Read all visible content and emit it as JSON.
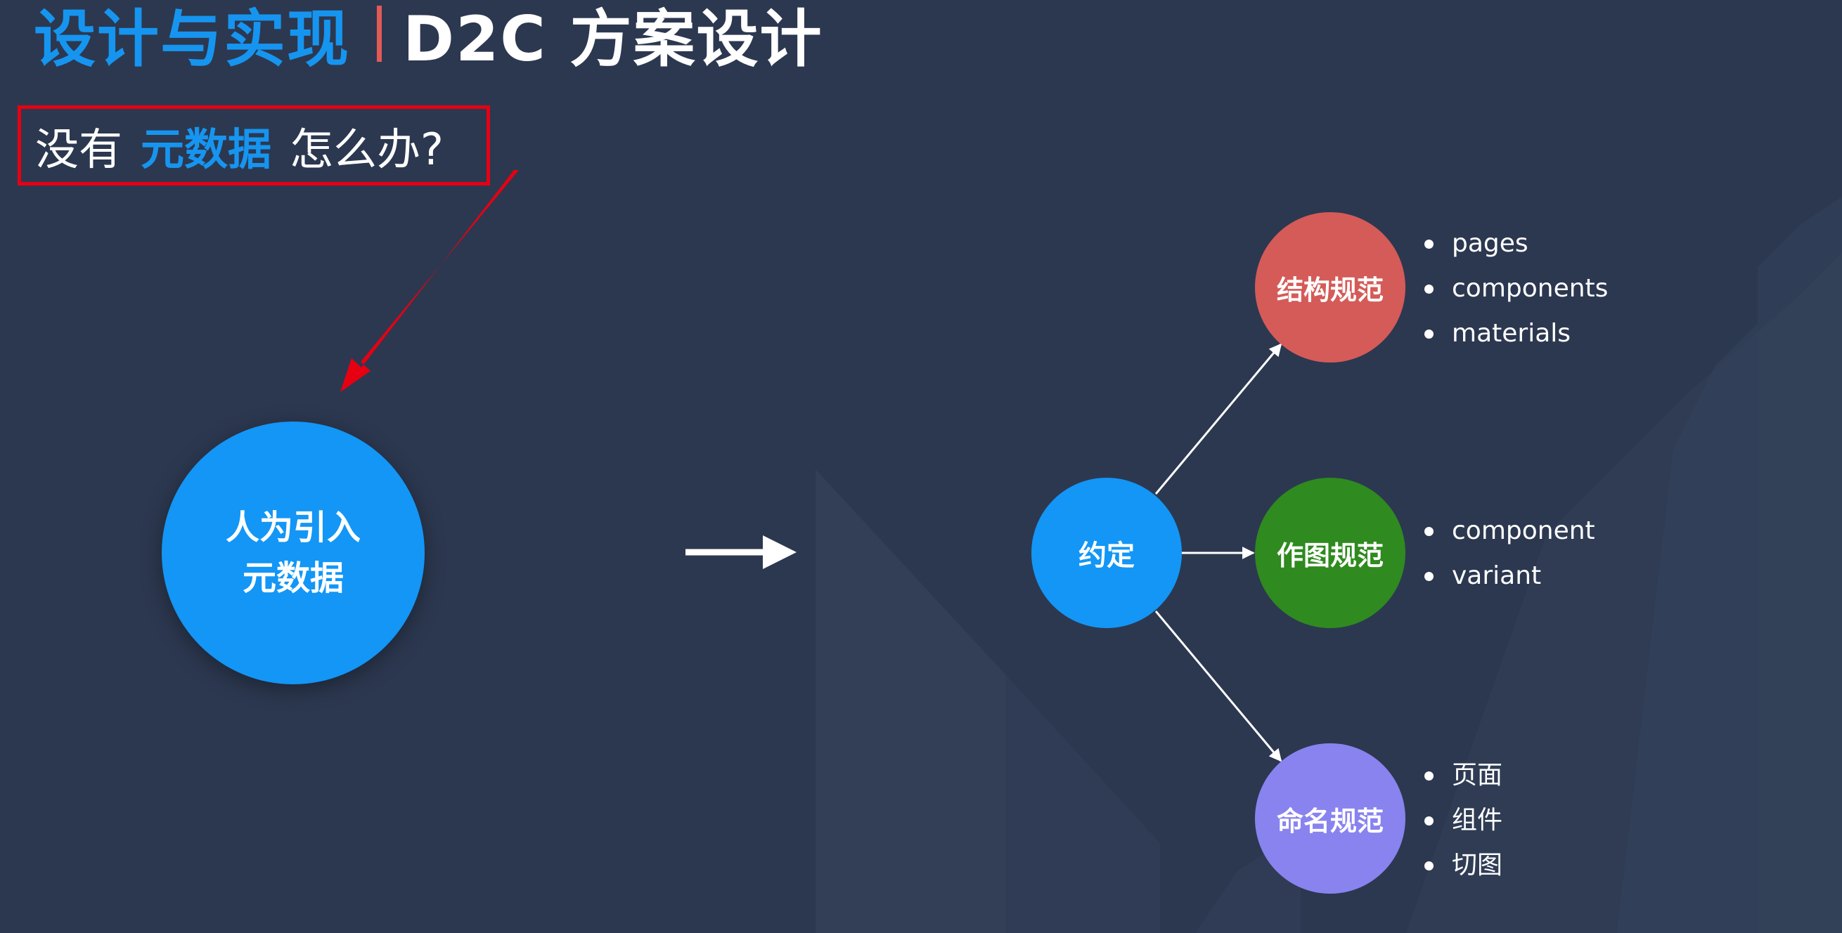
{
  "title": {
    "part1": "设计与实现",
    "part2": "D2C 方案设计"
  },
  "question": {
    "prefix": "没有",
    "highlight": "元数据",
    "suffix": "怎么办?"
  },
  "main_circle": {
    "line1": "人为引入",
    "line2": "元数据"
  },
  "convention_label": "约定",
  "branches": {
    "structure": {
      "label": "结构规范",
      "items": [
        "pages",
        "components",
        "materials"
      ]
    },
    "drawing": {
      "label": "作图规范",
      "items": [
        "component",
        "variant"
      ]
    },
    "naming": {
      "label": "命名规范",
      "items": [
        "页面",
        "组件",
        "切图"
      ]
    }
  },
  "colors": {
    "background": "#2c3850",
    "accent_blue": "#1396f5",
    "title_divider": "#e25a56",
    "highlight_box": "#e60012",
    "structure": "#d45b58",
    "drawing": "#2f8a1f",
    "naming": "#8983ef"
  }
}
